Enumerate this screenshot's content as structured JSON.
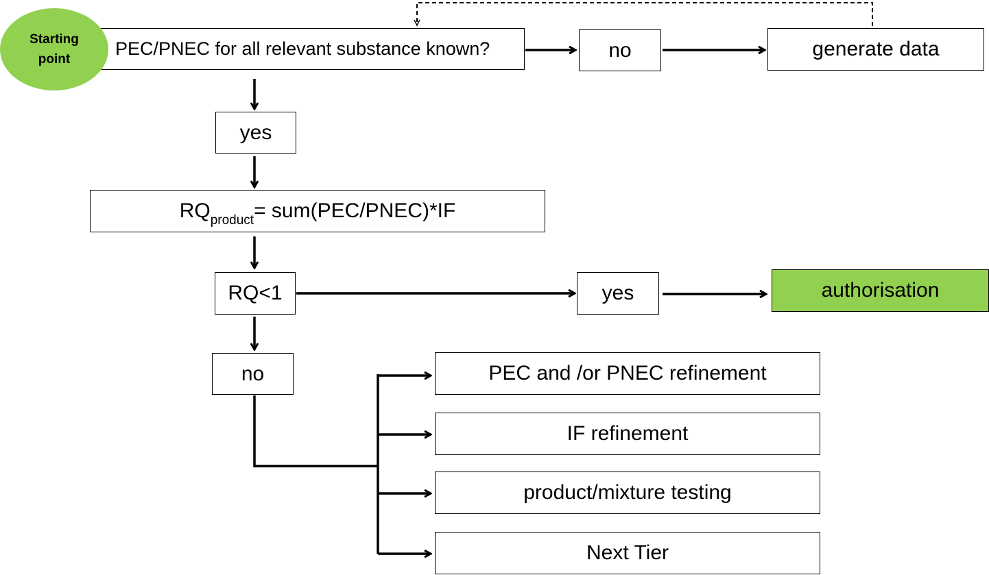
{
  "start": {
    "line1": "Starting",
    "line2": "point"
  },
  "question": "PEC/PNEC for all relevant substance known?",
  "branch_no_top": "no",
  "generate_data": "generate data",
  "branch_yes_top": "yes",
  "formula": {
    "main": "RQ",
    "subscript": "product",
    "rest": "= sum(PEC/PNEC)*IF"
  },
  "rq_check": "RQ<1",
  "branch_yes_rq": "yes",
  "authorisation": "authorisation",
  "branch_no_rq": "no",
  "options": [
    "PEC and /or PNEC refinement",
    "IF refinement",
    "product/mixture testing",
    "Next Tier"
  ],
  "colors": {
    "start_fill": "#92d050",
    "authorisation_fill": "#92d050",
    "stroke": "#000000"
  }
}
